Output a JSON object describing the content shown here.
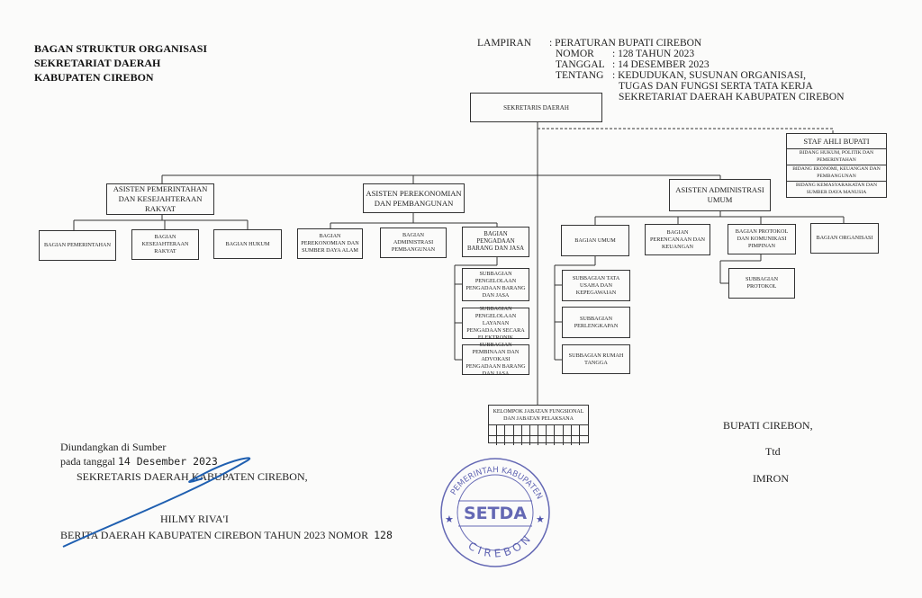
{
  "header": {
    "title_lines": [
      "BAGAN STRUKTUR ORGANISASI",
      "SEKRETARIAT DAERAH",
      "KABUPATEN CIREBON"
    ],
    "lampiran_label": "LAMPIRAN",
    "lampiran_value": ": PERATURAN BUPATI CIREBON",
    "nomor_label": "NOMOR",
    "nomor_value": ": 128 TAHUN 2023",
    "tanggal_label": "TANGGAL",
    "tanggal_value": ": 14 DESEMBER 2023",
    "tentang_label": "TENTANG",
    "tentang_lines": [
      ": KEDUDUKAN, SUSUNAN ORGANISASI,",
      "TUGAS DAN FUNGSI SERTA TATA KERJA",
      "SEKRETARIAT DAERAH KABUPATEN CIREBON"
    ]
  },
  "org": {
    "sekda": "SEKRETARIS DAERAH",
    "staf_ahli": {
      "title": "STAF AHLI BUPATI",
      "items": [
        "BIDANG HUKUM, POLITIK DAN PEMERINTAHAN",
        "BIDANG EKONOMI, KEUANGAN DAN PEMBANGUNAN",
        "BIDANG KEMASYARAKATAN DAN SUMBER DAYA MANUSIA"
      ]
    },
    "asisten1": {
      "title": "ASISTEN PEMERINTAHAN DAN KESEJAHTERAAN RAKYAT",
      "bagian": [
        "BAGIAN PEMERINTAHAN",
        "BAGIAN KESEJAHTERAAN RAKYAT",
        "BAGIAN HUKUM"
      ]
    },
    "asisten2": {
      "title": "ASISTEN PEREKONOMIAN DAN PEMBANGUNAN",
      "bagian": [
        "BAGIAN PEREKONOMIAN DAN SUMBER DAYA ALAM",
        "BAGIAN ADMINISTRASI PEMBANGUNAN",
        "BAGIAN PENGADAAN BARANG DAN JASA"
      ],
      "subbagian": [
        "SUBBAGIAN PENGELOLAAN PENGADAAN BARANG DAN JASA",
        "SUBBAGIAN PENGELOLAAN LAYANAN PENGADAAN SECARA ELEKTRONIK",
        "SUBBAGIAN PEMBINAAN DAN ADVOKASI PENGADAAN BARANG DAN JASA"
      ]
    },
    "asisten3": {
      "title": "ASISTEN ADMINISTRASI UMUM",
      "bagian": [
        "BAGIAN UMUM",
        "BAGIAN PERENCANAAN DAN KEUANGAN",
        "BAGIAN PROTOKOL DAN KOMUNIKASI PIMPINAN",
        "BAGIAN ORGANISASI"
      ],
      "subbagian_umum": [
        "SUBBAGIAN TATA USAHA DAN KEPEGAWAIAN",
        "SUBBAGIAN PERLENGKAPAN",
        "SUBBAGIAN RUMAH TANGGA"
      ],
      "subbagian_protokol": [
        "SUBBAGIAN PROTOKOL"
      ]
    },
    "kelompok": "KELOMPOK JABATAN FUNGSIONAL DAN JABATAN PELAKSANA"
  },
  "footer": {
    "diundangkan": "Diundangkan di Sumber",
    "pada_tanggal": "pada tanggal",
    "date": "14 Desember 2023",
    "sekda_title": "SEKRETARIS DAERAH KABUPATEN CIREBON,",
    "sekda_name": "HILMY RIVA'I",
    "berita": "BERITA DAERAH KABUPATEN CIREBON TAHUN 2023 NOMOR",
    "berita_no": "128",
    "bupati_title": "BUPATI CIREBON,",
    "ttd": "Ttd",
    "bupati_name": "IMRON",
    "stamp_text": [
      "PEMERINTAH KABUPATEN",
      "SETDA",
      "CIREBON"
    ],
    "stamp_color": "#4a4fa8",
    "signature_color": "#1f5fb0"
  }
}
